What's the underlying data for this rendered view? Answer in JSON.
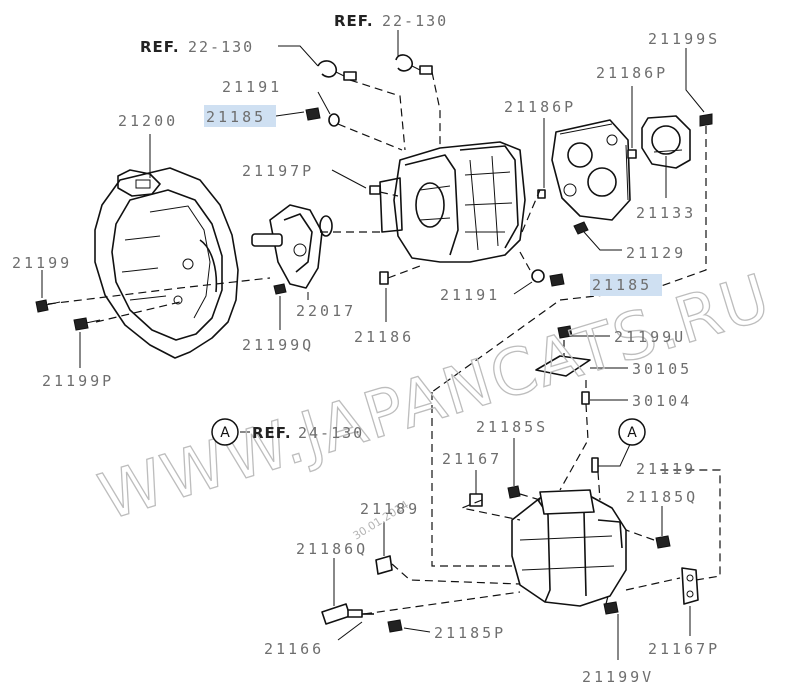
{
  "watermark": "WWW.JAPANCATS.RU",
  "stamp": "30.01.2014",
  "refs": {
    "ref_left": {
      "word": "REF.",
      "num": "22-130"
    },
    "ref_mid": {
      "word": "REF.",
      "num": "22-130"
    },
    "ref_a": {
      "word": "REF.",
      "num": "24-130"
    }
  },
  "callouts": {
    "a1": "A",
    "a2": "A"
  },
  "labels": {
    "l21199S": "21199S",
    "l21186P_r": "21186P",
    "l21191_t": "21191",
    "l21185_t": "21185",
    "l21200": "21200",
    "l21186P_m": "21186P",
    "l21197P": "21197P",
    "l21133": "21133",
    "l21129": "21129",
    "l21199": "21199",
    "l21185_m": "21185",
    "l21191_m": "21191",
    "l22017": "22017",
    "l21186": "21186",
    "l21199Q": "21199Q",
    "l21199U": "21199U",
    "l21199P": "21199P",
    "l30105": "30105",
    "l30104": "30104",
    "l21185S": "21185S",
    "l21167": "21167",
    "l21119": "21119",
    "l21189": "21189",
    "l21185Q": "21185Q",
    "l21186Q": "21186Q",
    "l21166": "21166",
    "l21185P": "21185P",
    "l21167P": "21167P",
    "l21199V": "21199V"
  },
  "highlight_color": "#cfe0f2"
}
